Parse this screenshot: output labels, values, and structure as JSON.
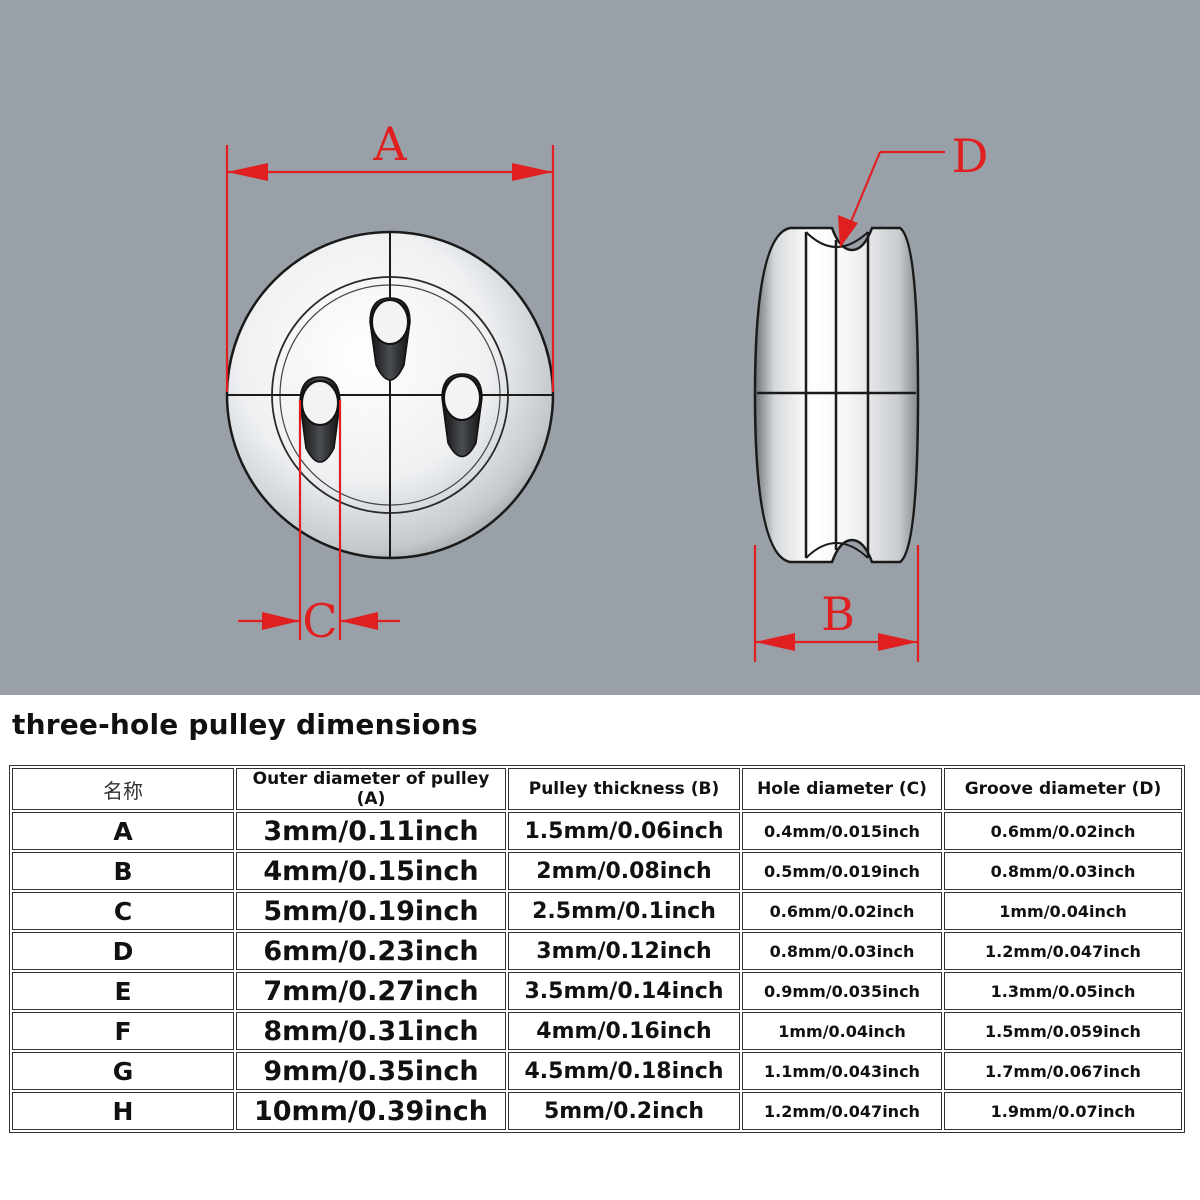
{
  "figure": {
    "labels": {
      "a": "A",
      "b": "B",
      "c": "C",
      "d": "D"
    },
    "colors": {
      "background": "#9aa0a8",
      "dimension": "#e02020",
      "outline": "#1a1a1a"
    }
  },
  "title": "three-hole pulley dimensions",
  "table": {
    "headers": [
      "名称",
      "Outer diameter of pulley (A)",
      "Pulley thickness (B)",
      "Hole diameter (C)",
      "Groove diameter (D)"
    ],
    "rows": [
      {
        "name": "A",
        "outer": "3mm/0.11inch",
        "thickness": "1.5mm/0.06inch",
        "hole": "0.4mm/0.015inch",
        "groove": "0.6mm/0.02inch"
      },
      {
        "name": "B",
        "outer": "4mm/0.15inch",
        "thickness": "2mm/0.08inch",
        "hole": "0.5mm/0.019inch",
        "groove": "0.8mm/0.03inch"
      },
      {
        "name": "C",
        "outer": "5mm/0.19inch",
        "thickness": "2.5mm/0.1inch",
        "hole": "0.6mm/0.02inch",
        "groove": "1mm/0.04inch"
      },
      {
        "name": "D",
        "outer": "6mm/0.23inch",
        "thickness": "3mm/0.12inch",
        "hole": "0.8mm/0.03inch",
        "groove": "1.2mm/0.047inch"
      },
      {
        "name": "E",
        "outer": "7mm/0.27inch",
        "thickness": "3.5mm/0.14inch",
        "hole": "0.9mm/0.035inch",
        "groove": "1.3mm/0.05inch"
      },
      {
        "name": "F",
        "outer": "8mm/0.31inch",
        "thickness": "4mm/0.16inch",
        "hole": "1mm/0.04inch",
        "groove": "1.5mm/0.059inch"
      },
      {
        "name": "G",
        "outer": "9mm/0.35inch",
        "thickness": "4.5mm/0.18inch",
        "hole": "1.1mm/0.043inch",
        "groove": "1.7mm/0.067inch"
      },
      {
        "name": "H",
        "outer": "10mm/0.39inch",
        "thickness": "5mm/0.2inch",
        "hole": "1.2mm/0.047inch",
        "groove": "1.9mm/0.07inch"
      }
    ]
  }
}
